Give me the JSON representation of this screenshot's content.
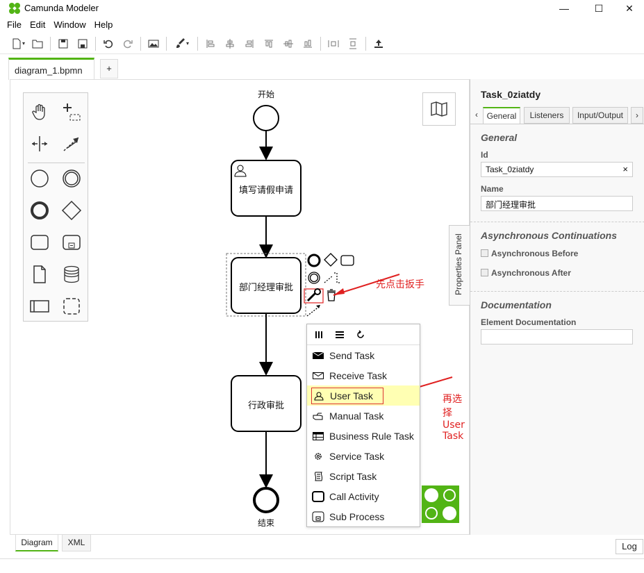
{
  "window": {
    "title": "Camunda Modeler",
    "minimize": "—",
    "maximize": "☐",
    "close": "✕"
  },
  "menu": [
    "File",
    "Edit",
    "Window",
    "Help"
  ],
  "tabs": {
    "file": "diagram_1.bpmn",
    "close": "×",
    "add": "+"
  },
  "diagram": {
    "start_label": "开始",
    "task1": "填写请假申请",
    "task2": "部门经理审批",
    "task3": "行政审批",
    "end_label": "结束"
  },
  "popup": {
    "items": [
      "Send Task",
      "Receive Task",
      "User Task",
      "Manual Task",
      "Business Rule Task",
      "Service Task",
      "Script Task",
      "Call Activity",
      "Sub Process"
    ],
    "selected": "User Task"
  },
  "annotations": {
    "first": "先点击扳手",
    "second": "再选择User Task"
  },
  "properties": {
    "toggle": "Properties Panel",
    "title": "Task_0ziatdy",
    "tabs": [
      "General",
      "Listeners",
      "Input/Output"
    ],
    "group_general": "General",
    "id_label": "Id",
    "id_value": "Task_0ziatdy",
    "name_label": "Name",
    "name_value": "部门经理审批",
    "group_async": "Asynchronous Continuations",
    "async_before": "Asynchronous Before",
    "async_after": "Asynchronous After",
    "group_doc": "Documentation",
    "doc_label": "Element Documentation"
  },
  "bottom": {
    "diagram_tab": "Diagram",
    "xml_tab": "XML",
    "log": "Log"
  },
  "colors": {
    "accent": "#52b415",
    "annotation": "#e02020",
    "highlight": "#ffffb3"
  }
}
